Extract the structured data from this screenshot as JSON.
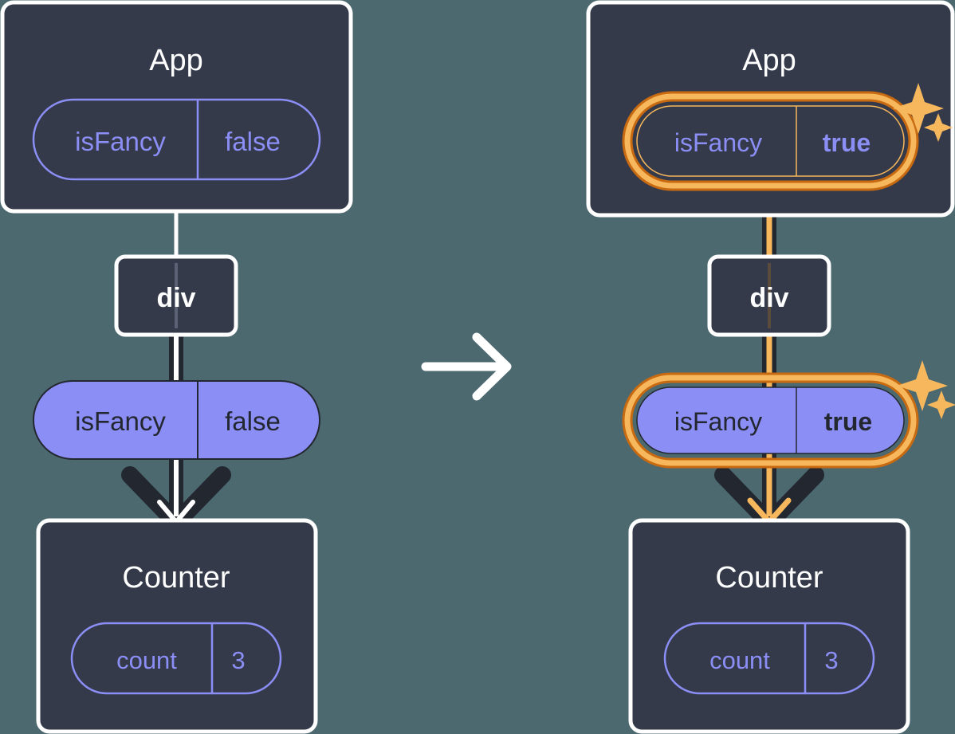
{
  "diagram": {
    "title_semantics": "react-state-update-tree",
    "transition_arrow": "right-arrow-icon",
    "colors": {
      "background": "#4d6970",
      "node_fill": "#343a4a",
      "node_border": "#ffffff",
      "pill_outline_purple": "#8b8ef5",
      "pill_fill_purple": "#8b8ef5",
      "pill_text_purple": "#8b8ef5",
      "pill_text_dark": "#23272f",
      "highlight_outer": "#c76a11",
      "highlight_inner": "#f7b75c",
      "wire_dark": "#23272f",
      "wire_light": "#ffffff",
      "wire_highlight": "#f7b75c",
      "sparkle": "#f7b75c"
    },
    "panels": [
      {
        "id": "before",
        "app": {
          "label": "App",
          "prop": {
            "name": "isFancy",
            "value": "false",
            "highlighted": false,
            "style": "outline"
          }
        },
        "div": {
          "label": "div"
        },
        "prop_pill": {
          "name": "isFancy",
          "value": "false",
          "highlighted": false,
          "style": "filled"
        },
        "counter": {
          "label": "Counter",
          "state": {
            "name": "count",
            "value": "3",
            "highlighted": false,
            "style": "outline"
          }
        },
        "sparkles": []
      },
      {
        "id": "after",
        "app": {
          "label": "App",
          "prop": {
            "name": "isFancy",
            "value": "true",
            "highlighted": true,
            "style": "outline"
          }
        },
        "div": {
          "label": "div"
        },
        "prop_pill": {
          "name": "isFancy",
          "value": "true",
          "highlighted": true,
          "style": "filled"
        },
        "counter": {
          "label": "Counter",
          "state": {
            "name": "count",
            "value": "3",
            "highlighted": false,
            "style": "outline"
          }
        },
        "sparkles": [
          "sparkle-app-prop",
          "sparkle-tree-prop"
        ]
      }
    ]
  }
}
